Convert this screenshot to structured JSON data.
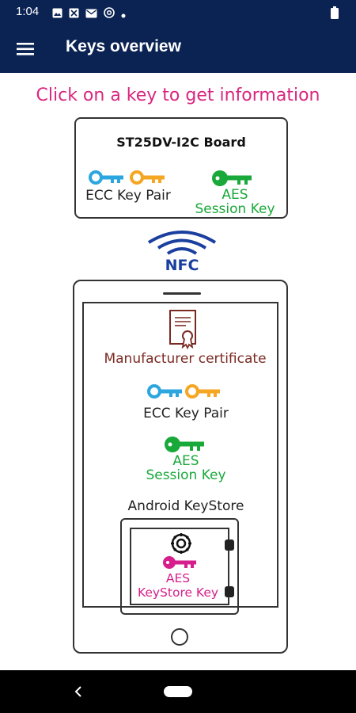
{
  "status_bar": {
    "time": "1:04",
    "icons": [
      "image-icon",
      "gallery-icon",
      "mail-icon",
      "at-sign-icon",
      "dot-icon",
      "battery-icon"
    ]
  },
  "app_bar": {
    "title": "Keys overview",
    "menu_icon": "hamburger-menu-icon"
  },
  "main": {
    "instruction": "Click on a key to get information",
    "board": {
      "title": "ST25DV-I2C Board",
      "ecc_label": "ECC Key Pair",
      "aes_label_1": "AES",
      "aes_label_2": "Session Key"
    },
    "nfc_label": "NFC",
    "phone": {
      "certificate_label": "Manufacturer certificate",
      "ecc_label": "ECC Key Pair",
      "aes_label_1": "AES",
      "aes_label_2": "Session Key",
      "keystore_title": "Android KeyStore",
      "keystore_label_1": "AES",
      "keystore_label_2": "KeyStore Key"
    }
  },
  "colors": {
    "app_bar": "#0b2353",
    "instruction": "#d9277f",
    "ecc_public_key": "#2ca6df",
    "ecc_private_key": "#f5a623",
    "aes_key": "#19a83a",
    "keystore_key": "#d61f8c",
    "certificate": "#7b2a22",
    "nfc": "#1a3f9e"
  }
}
